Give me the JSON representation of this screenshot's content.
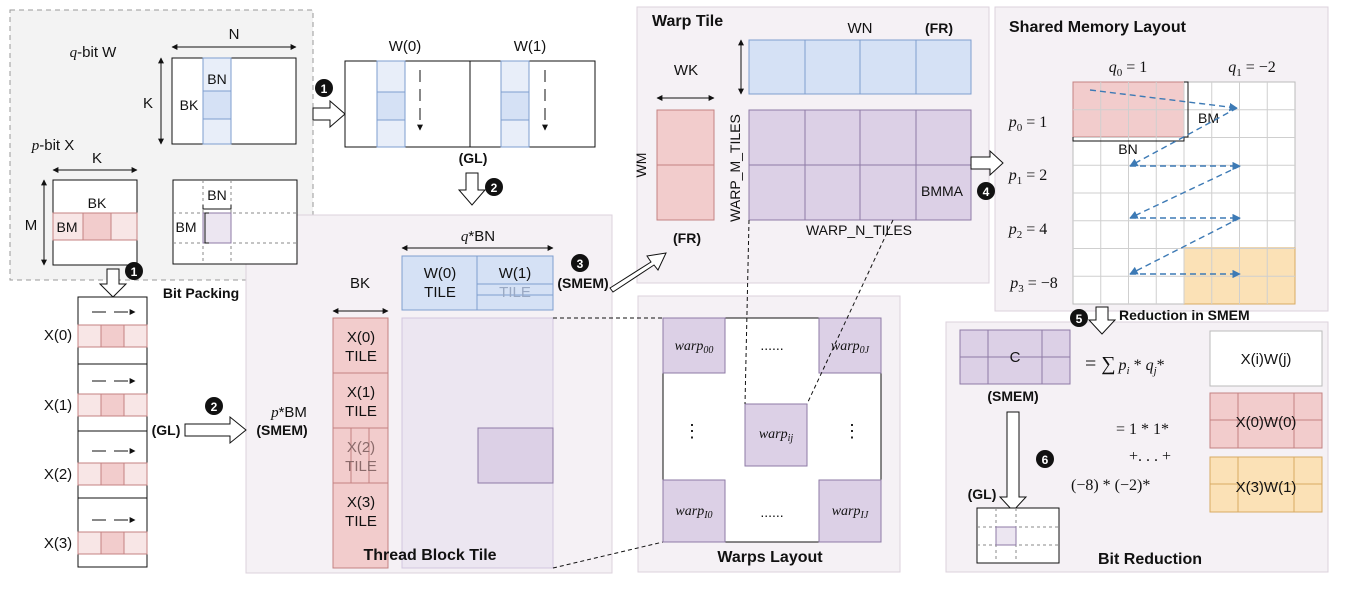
{
  "colors": {
    "red_fill": "#f2cccc",
    "red_light": "#f8e6e6",
    "red_stroke": "#c48282",
    "blue_fill": "#d5e1f5",
    "blue_light": "#e8eef9",
    "blue_stroke": "#7e9ecf",
    "purple_fill": "#dcd0e6",
    "purple_light": "#ece6f1",
    "purple_stroke": "#8e7aa6",
    "orange_fill": "#fbe1b6",
    "orange_stroke": "#d8ab63",
    "panel": "#f4f0f4",
    "panel_border": "#d6ccd6",
    "arrow_blue": "#3d7ab5"
  },
  "steps": {
    "s1": "1",
    "s2": "2",
    "s3": "3",
    "s4": "4",
    "s5": "5",
    "s6": "6"
  },
  "bit_packing": {
    "q_label": "q",
    "w_label": "-bit W",
    "n": "N",
    "k": "K",
    "bn": "BN",
    "bk": "BK",
    "p_label": "p",
    "x_label": "-bit X",
    "k2": "K",
    "bk2": "BK",
    "m": "M",
    "bm": "BM",
    "bn2": "BN",
    "bm2": "BM",
    "caption": "Bit Packing"
  },
  "w_global": {
    "w0": "W(0)",
    "w1": "W(1)",
    "gl": "(GL)"
  },
  "x_global": {
    "x0": "X(0)",
    "x1": "X(1)",
    "x2": "X(2)",
    "x3": "X(3)",
    "gl": "(GL)"
  },
  "thread_block": {
    "qbn_q": "q",
    "qbn": "*BN",
    "bk": "BK",
    "w0_a": "W(0)",
    "w0_b": "TILE",
    "w1_a": "W(1)",
    "w1_b": "TILE",
    "smem_top": "(SMEM)",
    "pbm_p": "p",
    "pbm": "*BM",
    "smem_left": "(SMEM)",
    "x_tiles": [
      {
        "a": "X(0)",
        "b": "TILE"
      },
      {
        "a": "X(1)",
        "b": "TILE"
      },
      {
        "a": "X(2)",
        "b": "TILE"
      },
      {
        "a": "X(3)",
        "b": "TILE"
      }
    ],
    "caption": "Thread Block Tile"
  },
  "warp_tile": {
    "title": "Warp Tile",
    "wn": "WN",
    "fr_top": "(FR)",
    "wk": "WK",
    "wm": "WM",
    "fr_bottom": "(FR)",
    "warp_m_tiles": "WARP_M_TILES",
    "warp_n_tiles": "WARP_N_TILES",
    "bmma": "BMMA"
  },
  "warps_layout": {
    "w00": "warp",
    "w00s": "00",
    "w0J": "warp",
    "w0Js": "0J",
    "wij": "warp",
    "wijs": "ij",
    "wI0": "warp",
    "wI0s": "I0",
    "wIJ": "warp",
    "wIJs": "IJ",
    "dots_h": "......",
    "dots_v": "⋮",
    "caption": "Warps Layout"
  },
  "shared_memory": {
    "title": "Shared Memory Layout",
    "q_labels": [
      {
        "sym": "q",
        "sub": "0",
        "val": " = 1"
      },
      {
        "sym": "q",
        "sub": "1",
        "val": " = −2"
      }
    ],
    "p_labels": [
      {
        "sym": "p",
        "sub": "0",
        "val": " = 1"
      },
      {
        "sym": "p",
        "sub": "1",
        "val": " = 2"
      },
      {
        "sym": "p",
        "sub": "2",
        "val": " = 4"
      },
      {
        "sym": "p",
        "sub": "3",
        "val": " = −8"
      }
    ],
    "bm": "BM",
    "bn": "BN"
  },
  "bit_reduction": {
    "step5": "Reduction in SMEM",
    "c": "C",
    "smem": "(SMEM)",
    "eq1": "= ∑",
    "eq1b": " * ",
    "eq1c": "*",
    "xw": "X(i)W(j)",
    "eq2": "= 1 * 1*",
    "eq3": "+. . . +",
    "eq4": "(−8) * (−2)*",
    "x0w0": "X(0)W(0)",
    "x3w1": "X(3)W(1)",
    "gl": "(GL)",
    "caption": "Bit Reduction"
  }
}
